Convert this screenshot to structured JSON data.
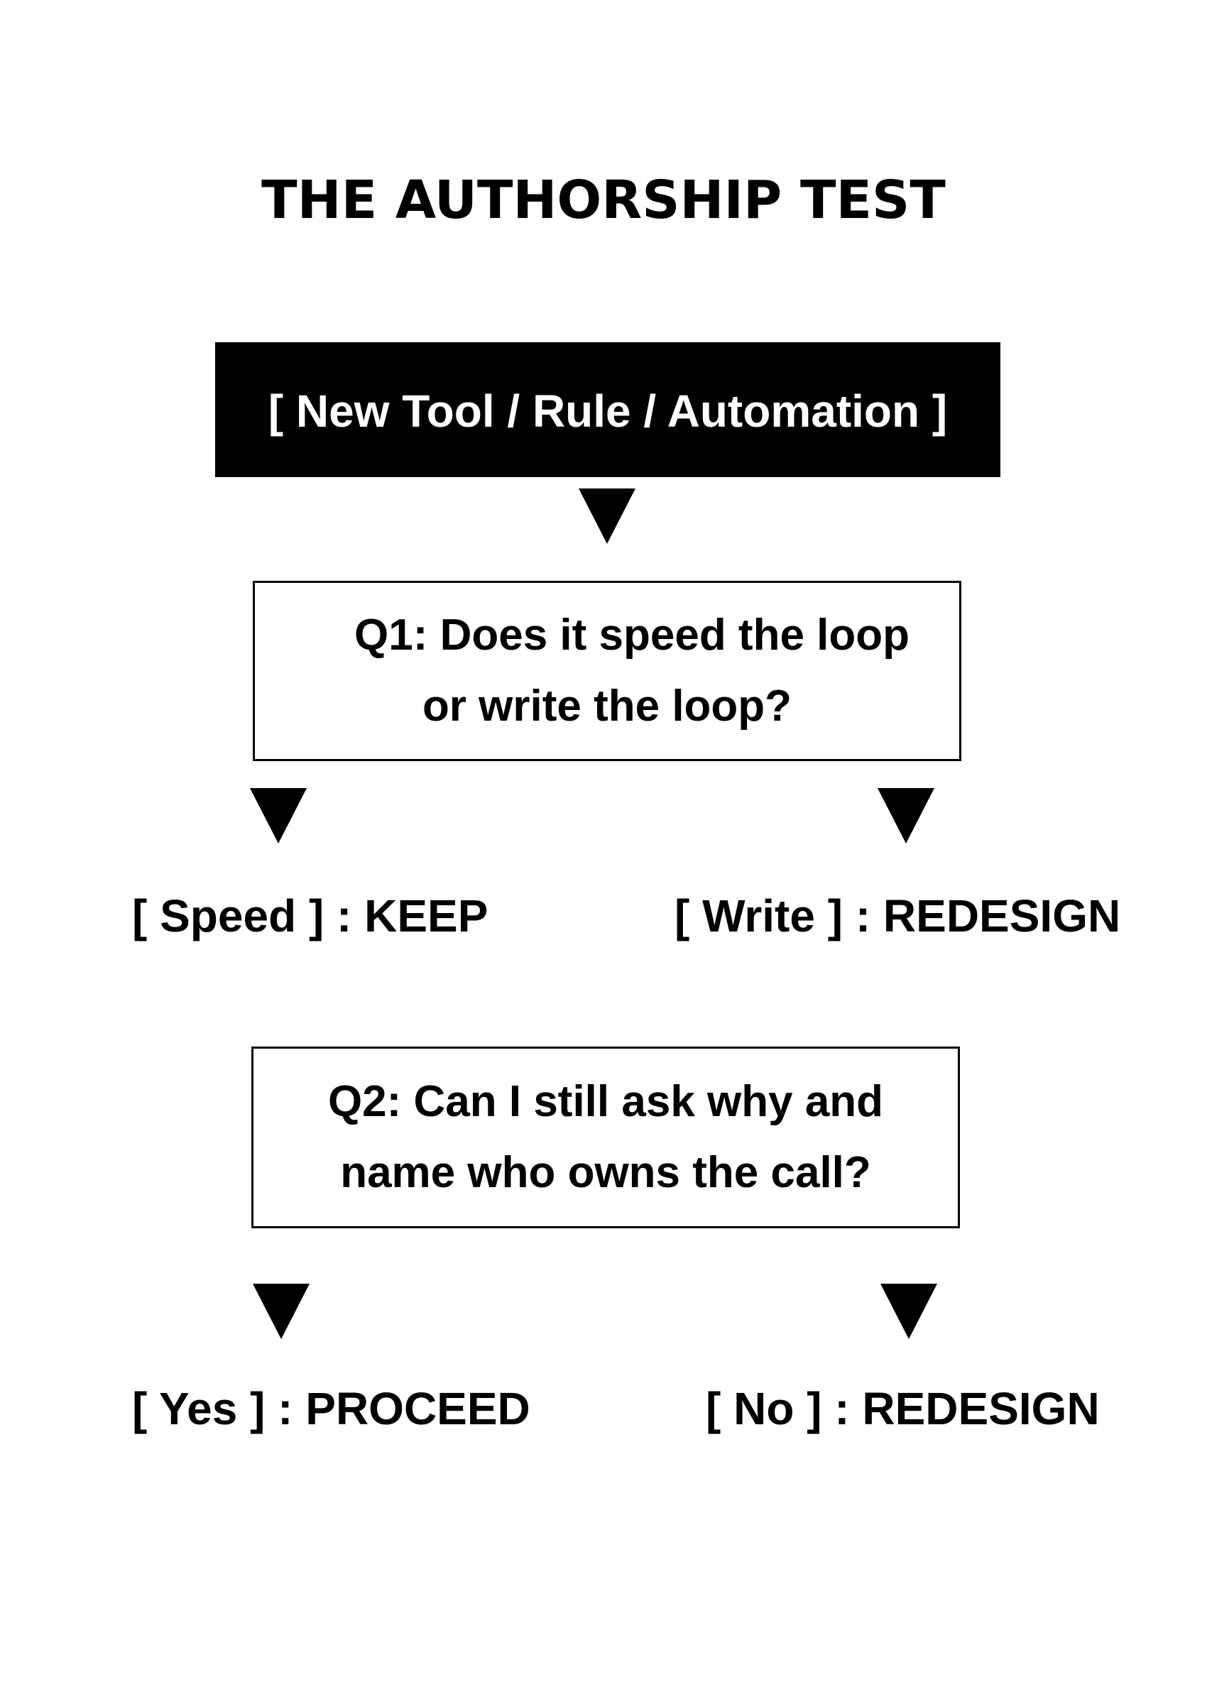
{
  "title": "THE AUTHORSHIP TEST",
  "start": {
    "label": "[ New Tool / Rule / Automation ]"
  },
  "q1": {
    "line1": "Q1: Does it speed the loop",
    "line2": "or write the loop?",
    "left_outcome": "[ Speed ] : KEEP",
    "right_outcome": "[ Write ] : REDESIGN"
  },
  "q2": {
    "line1": "Q2: Can I still ask why and",
    "line2": "name who owns the call?",
    "left_outcome": "[ Yes ] : PROCEED",
    "right_outcome": "[ No ] : REDESIGN"
  },
  "colors": {
    "ink": "#000000",
    "paper": "#ffffff"
  },
  "icons": {
    "arrow": "down-triangle-arrow-icon"
  }
}
